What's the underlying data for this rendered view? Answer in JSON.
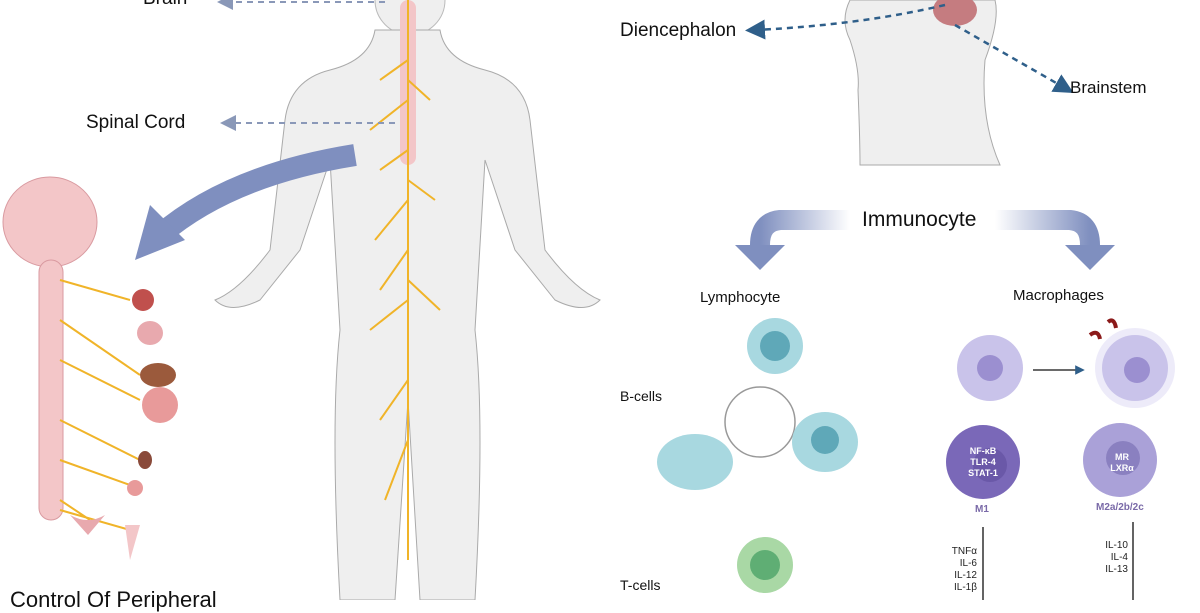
{
  "labels": {
    "brain": "Brain",
    "spinal_cord": "Spinal Cord",
    "diencephalon": "Diencephalon",
    "brainstem": "Brainstem",
    "immunocyte": "Immunocyte",
    "lymphocyte": "Lymphocyte",
    "macrophages": "Macrophages",
    "b_cells": "B-cells",
    "t_cells": "T-cells",
    "bottom_caption": "Control Of Peripheral"
  },
  "m1": {
    "markers": [
      "NF-κB",
      "TLR-4",
      "STAT-1"
    ],
    "name": "M1",
    "cytokines": [
      "TNFα",
      "IL-6",
      "IL-12",
      "IL-1β"
    ]
  },
  "m2": {
    "markers": [
      "MR",
      "LXRα"
    ],
    "name": "M2a/2b/2c",
    "cytokines": [
      "IL-10",
      "IL-4",
      "IL-13"
    ]
  },
  "colors": {
    "arrow": "#2f5f8a",
    "big_arrow": "#7f8fbf",
    "nerve": "#f0b429",
    "macrophage": "#9b8fd0",
    "m1": "#7a68b8",
    "b_cell": "#8ecbd6",
    "t_cell": "#9ccf9c",
    "tissue": "#f3c6c8"
  }
}
